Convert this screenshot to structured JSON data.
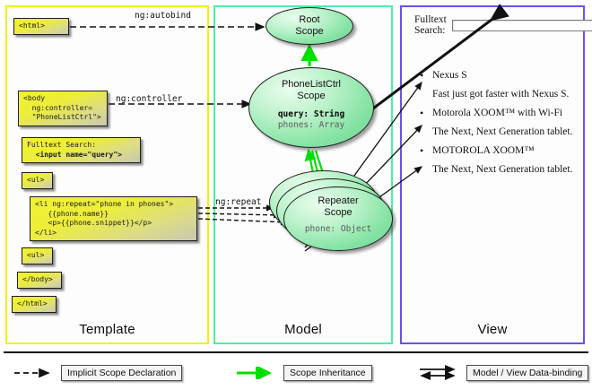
{
  "columns": [
    {
      "key": "template",
      "title": "Template",
      "accent": "#f2f20a"
    },
    {
      "key": "model",
      "title": "Model",
      "accent": "#4bf0a8"
    },
    {
      "key": "view",
      "title": "View",
      "accent": "#6a52e8"
    }
  ],
  "template": {
    "boxes": [
      {
        "name": "html-open-box",
        "lines": [
          "<html>"
        ]
      },
      {
        "name": "body-controller-box",
        "lines": [
          "<body",
          "  ng:controller=",
          "  \"PhoneListCtrl\">"
        ]
      },
      {
        "name": "fulltext-search-box",
        "lines": [
          "Fulltext Search:"
        ],
        "bold_lines": [
          "  <input name=\"query\">"
        ]
      },
      {
        "name": "ul-open-box",
        "lines": [
          "<ul>"
        ]
      },
      {
        "name": "li-repeat-box",
        "lines": [
          "<li ng:repeat=\"phone in phones\">",
          "   {{phone.name}}",
          "   <p>{{phone.snippet}}</p>",
          "</li>"
        ]
      },
      {
        "name": "ul-close-box",
        "lines": [
          "<ul>"
        ]
      },
      {
        "name": "body-close-box",
        "lines": [
          "</body>"
        ]
      },
      {
        "name": "html-close-box",
        "lines": [
          "</html>"
        ]
      }
    ]
  },
  "connectors": {
    "autobind_label": "ng:autobind",
    "controller_label": "ng:controller",
    "repeat_label": "ng:repeat"
  },
  "model": {
    "root_scope": {
      "title_line1": "Root",
      "title_line2": "Scope"
    },
    "phonelist_scope": {
      "title_line1": "PhoneListCtrl",
      "title_line2": "Scope",
      "prop_bold": "query: String",
      "prop_dim": "phones: Array"
    },
    "repeater_scope": {
      "title_line1": "Repeater",
      "title_line2": "Scope",
      "prop_dim": "phone: Object"
    }
  },
  "view": {
    "search_label": "Fulltext Search:",
    "search_value": "",
    "search_placeholder": "",
    "phones": [
      {
        "name": "Nexus S",
        "snippet": "Fast just got faster with Nexus S."
      },
      {
        "name": "Motorola XOOM™  with Wi-Fi",
        "snippet": "The Next, Next Generation tablet."
      },
      {
        "name": "MOTOROLA XOOM™",
        "snippet": "The Next, Next Generation tablet."
      }
    ]
  },
  "legend": [
    {
      "key": "implicit",
      "label": "Implicit Scope Declaration",
      "arrow": "dashed-black",
      "color": "#111111"
    },
    {
      "key": "inheritance",
      "label": "Scope Inheritance",
      "arrow": "solid-green",
      "color": "#00e000"
    },
    {
      "key": "databinding",
      "label": "Model / View Data-binding",
      "arrow": "double-black",
      "color": "#111111"
    }
  ]
}
